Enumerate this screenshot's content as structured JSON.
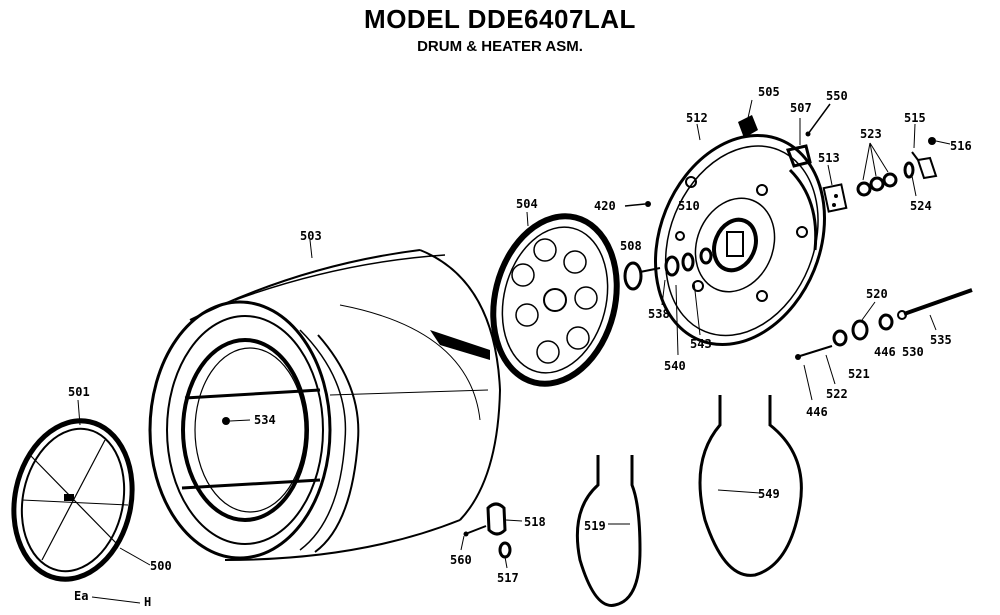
{
  "title": "MODEL DDE6407LAL",
  "subtitle": "DRUM & HEATER ASM.",
  "part_labels": [
    "501",
    "500",
    "503",
    "534",
    "504",
    "508",
    "538",
    "540",
    "543",
    "420",
    "510",
    "512",
    "505",
    "507",
    "550",
    "513",
    "523",
    "515",
    "516",
    "524",
    "520",
    "446",
    "530",
    "535",
    "521",
    "522",
    "518",
    "519",
    "517",
    "560",
    "549",
    "Ea",
    "H"
  ]
}
